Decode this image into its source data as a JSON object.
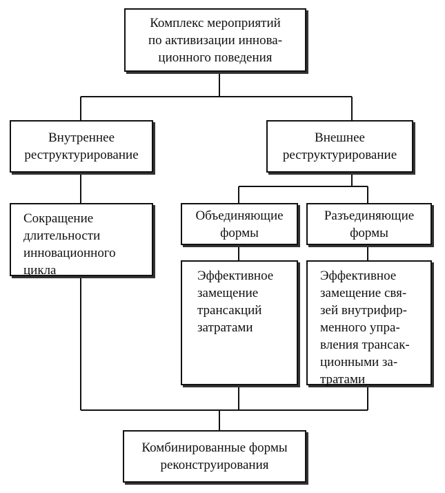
{
  "nodes": {
    "root": [
      "Комплекс мероприятий",
      "по активизации иннова-",
      "ционного поведения"
    ],
    "internal": [
      "Внутреннее",
      "реструктурирование"
    ],
    "external": [
      "Внешнее",
      "реструктурирование"
    ],
    "reduction": [
      "Сокращение",
      "длительности",
      "инновационного",
      "цикла"
    ],
    "unifying": [
      "Объединяющие",
      "формы"
    ],
    "separating": [
      "Разъединяющие",
      "формы"
    ],
    "unifying_effect": [
      "Эффективное",
      "замещение",
      "трансакций",
      "затратами"
    ],
    "separating_effect": [
      "Эффективное",
      "замещение свя-",
      "зей внутрифир-",
      "менного упра-",
      "вления трансак-",
      "ционными за-",
      "тратами"
    ],
    "combined": [
      "Комбинированные формы",
      "реконструирования"
    ]
  }
}
